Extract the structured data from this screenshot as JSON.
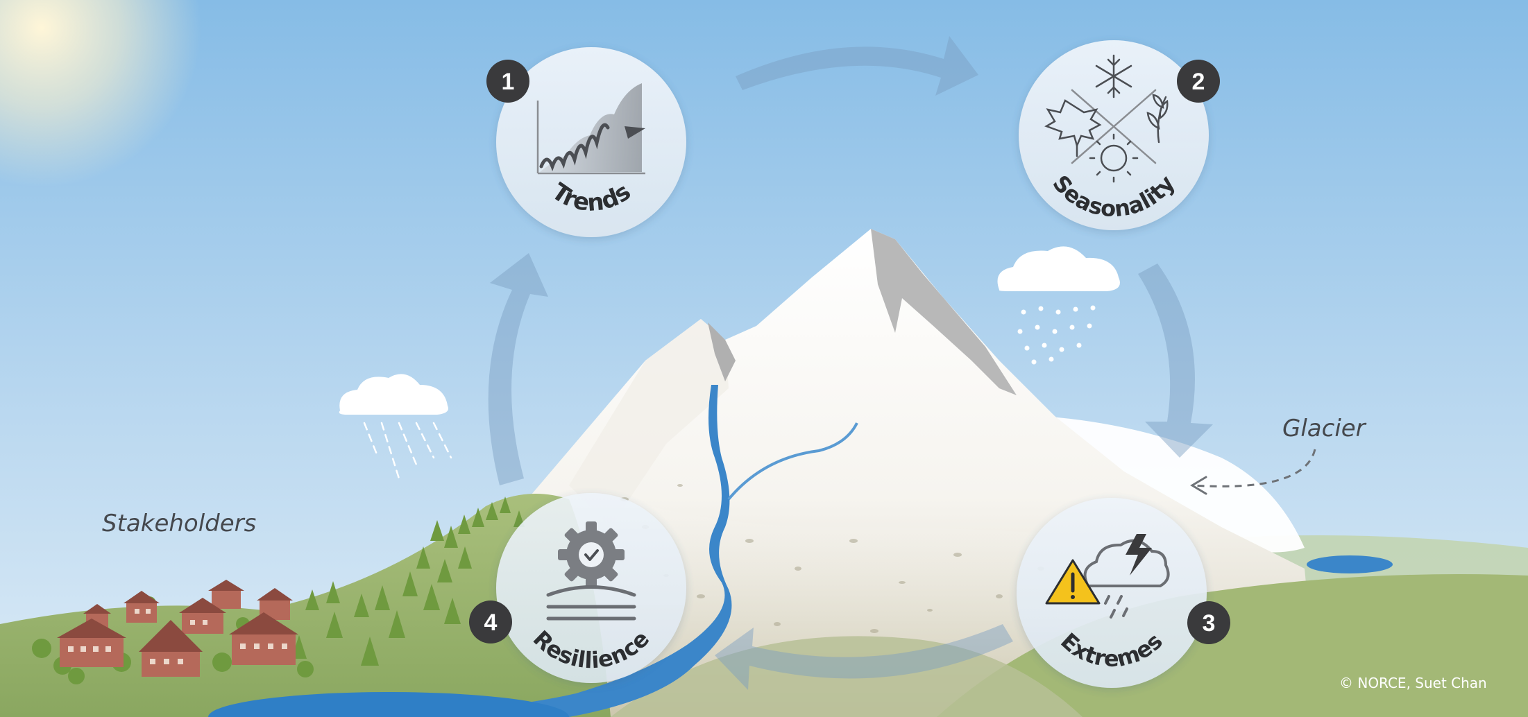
{
  "nodes": [
    {
      "number": "1",
      "label": "Trends",
      "icon": "trend-chart-icon"
    },
    {
      "number": "2",
      "label": "Seasonality",
      "icon": "four-seasons-icon"
    },
    {
      "number": "3",
      "label": "Extremes",
      "icon": "storm-warning-icon"
    },
    {
      "number": "4",
      "label": "Resillience",
      "icon": "gear-check-icon"
    }
  ],
  "labels": {
    "stakeholders": "Stakeholders",
    "glacier": "Glacier"
  },
  "credit": "© NORCE, Suet Chan",
  "colors": {
    "sky_top": "#8cbfe6",
    "sky_bottom": "#d4e7f5",
    "hill": "#9bb36e",
    "water": "#2f7fc6",
    "badge": "#3a3a3c",
    "arrow": "#7a9ec2",
    "warning": "#f4c21c",
    "house": "#b5695a"
  }
}
